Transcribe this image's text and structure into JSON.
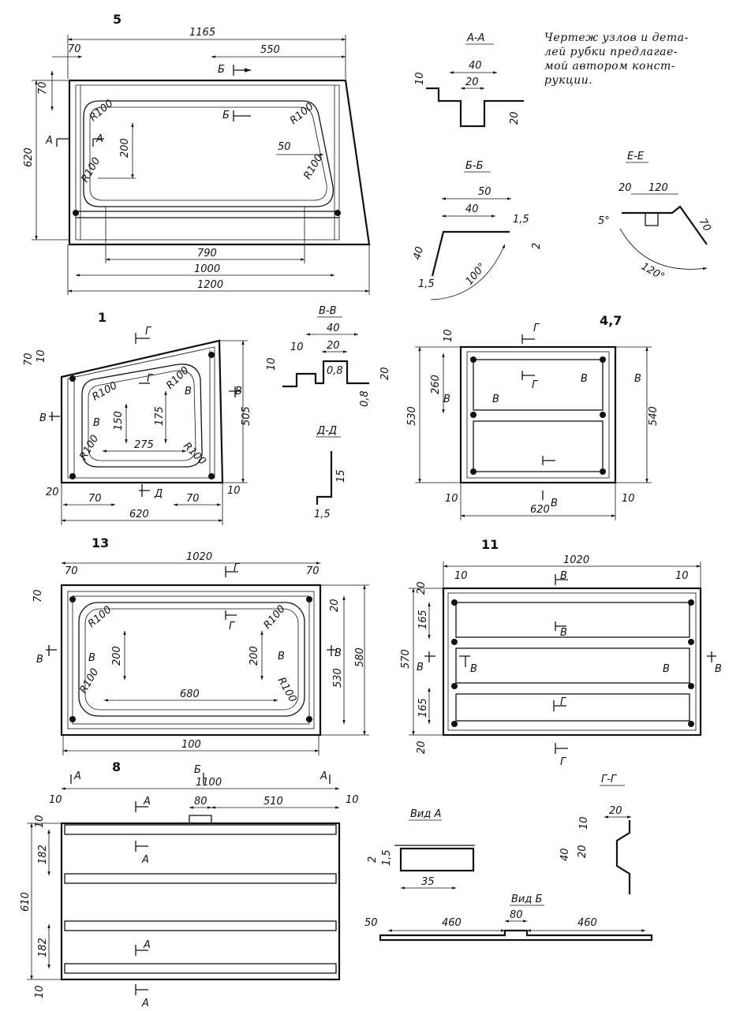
{
  "caption": [
    "Чертеж узлов и дета-",
    "лей рубки предлагае-",
    "мой автором конст-",
    "рукции."
  ],
  "parts": {
    "p5": {
      "number": "5",
      "dims": [
        "1165",
        "550",
        "70",
        "70",
        "620",
        "R100",
        "200",
        "R100",
        "R100",
        "50",
        "R100",
        "790",
        "1000",
        "1200"
      ],
      "marks": [
        "Б",
        "Б",
        "А",
        "А"
      ]
    },
    "p1": {
      "number": "1",
      "dims": [
        "70",
        "10",
        "R100",
        "150",
        "R100",
        "175",
        "275",
        "R100",
        "R100",
        "505",
        "20",
        "70",
        "70",
        "10",
        "620"
      ],
      "marks": [
        "Г",
        "Г",
        "В",
        "В",
        "В",
        "Д",
        "В"
      ]
    },
    "p47": {
      "number": "4,7",
      "dims": [
        "10",
        "260",
        "530",
        "540",
        "10",
        "10",
        "620"
      ],
      "marks": [
        "Г",
        "Г",
        "В",
        "В",
        "В",
        "В",
        "В"
      ]
    },
    "p13": {
      "number": "13",
      "dims": [
        "1020",
        "70",
        "70",
        "70",
        "20",
        "R100",
        "R100",
        "200",
        "200",
        "580",
        "530",
        "R100",
        "R100",
        "680",
        "100"
      ],
      "marks": [
        "Г",
        "Г",
        "В",
        "В",
        "В",
        "В"
      ]
    },
    "p11": {
      "number": "11",
      "dims": [
        "1020",
        "10",
        "10",
        "20",
        "165",
        "570",
        "165",
        "20"
      ],
      "marks": [
        "В",
        "В",
        "В",
        "В",
        "В",
        "В",
        "Г",
        "Г"
      ]
    },
    "p8": {
      "number": "8",
      "dims": [
        "1100",
        "10",
        "10",
        "80",
        "510",
        "10",
        "182",
        "610",
        "182",
        "10"
      ],
      "marks": [
        "А",
        "Б",
        "А",
        "А",
        "А",
        "А",
        "А"
      ]
    }
  },
  "sections": {
    "aa": {
      "title": "А-А",
      "dims": [
        "40",
        "20",
        "10",
        "20"
      ]
    },
    "bb": {
      "title": "Б-Б",
      "dims": [
        "50",
        "40",
        "1,5",
        "2",
        "40",
        "1,5",
        "100°"
      ]
    },
    "ee": {
      "title": "Е-Е",
      "dims": [
        "20",
        "120",
        "5°",
        "70",
        "120°"
      ]
    },
    "vv": {
      "title": "В-В",
      "dims": [
        "40",
        "10",
        "20",
        "10",
        "0,8",
        "20",
        "0,8"
      ]
    },
    "dd": {
      "title": "Д-Д",
      "dims": [
        "15",
        "1,5"
      ]
    },
    "vidA": {
      "title": "Вид А",
      "dims": [
        "2",
        "1,5",
        "35"
      ]
    },
    "gg": {
      "title": "Г-Г",
      "dims": [
        "20",
        "10",
        "40",
        "20"
      ]
    },
    "vidB": {
      "title": "Вид Б",
      "dims": [
        "50",
        "460",
        "80",
        "460"
      ]
    }
  }
}
